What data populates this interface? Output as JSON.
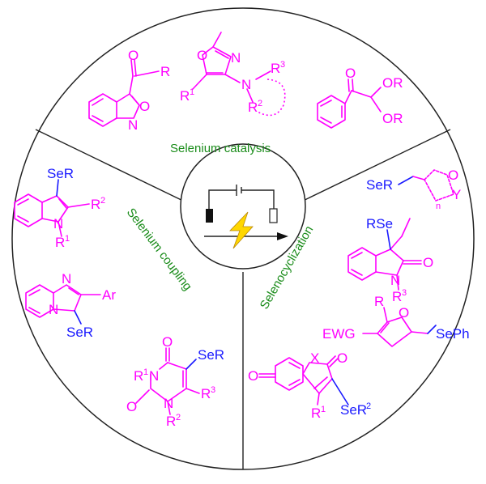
{
  "sections": {
    "catalysis": {
      "label": "Selenium catalysis"
    },
    "coupling": {
      "label": "Selenium coupling"
    },
    "cyclization": {
      "label": "Selenocyclization"
    }
  },
  "structures": {
    "benzisoxazole": {
      "r": "R",
      "o": "O",
      "ring_o": "O",
      "n": "N"
    },
    "oxazole": {
      "o": "O",
      "n": "N",
      "r1": "R",
      "r1_sup": "1",
      "amine_n": "N",
      "r3": "R",
      "r3_sup": "3",
      "r2": "R",
      "r2_sup": "2"
    },
    "glyoxal": {
      "o": "O",
      "or1": "OR",
      "or2": "OR"
    },
    "indole": {
      "ser": "SeR",
      "r2": "R",
      "r2_sup": "2",
      "n": "N",
      "r1": "R",
      "r1_sup": "1"
    },
    "imidazopyridine": {
      "n1": "N",
      "n2": "N",
      "ar": "Ar",
      "ser": "SeR"
    },
    "uracil": {
      "ser": "SeR",
      "o1": "O",
      "o2": "O",
      "r1": "R",
      "r1_sup": "1",
      "n1": "N",
      "n2": "N",
      "r3": "R",
      "r3_sup": "3",
      "r2": "R",
      "r2_sup": "2"
    },
    "tetrahydrofuran": {
      "ser": "SeR",
      "o": "O",
      "y": "Y",
      "n": "n"
    },
    "oxindole": {
      "rse": "RSe",
      "o": "O",
      "n": "N",
      "r3": "R",
      "r3_sup": "3"
    },
    "dihydrofuran": {
      "r": "R",
      "o": "O",
      "ewg": "EWG",
      "seph": "SePh"
    },
    "spiro": {
      "o1": "O",
      "x": "X",
      "o2": "O",
      "r1": "R",
      "r1_sup": "1",
      "ser2": "SeR",
      "ser2_sup": "2"
    }
  },
  "colors": {
    "structure": "#ff00ff",
    "selenium": "#1a1aff",
    "label": "#1a8c1a",
    "divider": "#222222",
    "bolt": "#ffd700"
  },
  "icons": [
    "lightning-bolt-icon",
    "electrode-icon",
    "battery-icon",
    "arrow-icon"
  ]
}
